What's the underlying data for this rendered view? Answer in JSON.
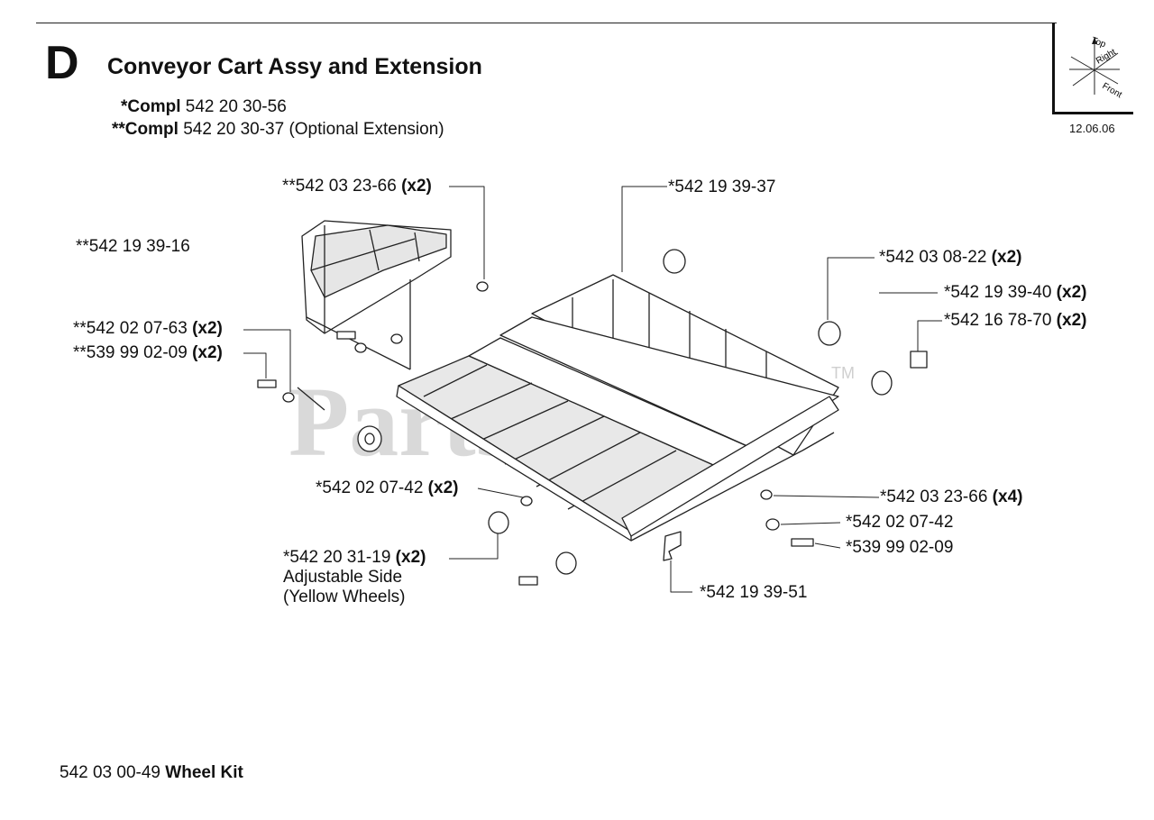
{
  "header": {
    "section_letter": "D",
    "title": "Conveyor Cart Assy and Extension",
    "compl_lines": [
      {
        "prefix": "*Compl",
        "text": "542 20 30-56"
      },
      {
        "prefix": "**Compl",
        "text": "542 20 30-37 (Optional Extension)"
      }
    ],
    "date_code": "12.06.06"
  },
  "orientation": {
    "top": "Top",
    "right": "Right",
    "front": "Front"
  },
  "watermark": {
    "text": "PartsTree",
    "tm": "TM"
  },
  "callouts": [
    {
      "part": "**542 03 23-66",
      "qty": "(x2)"
    },
    {
      "part": "*542 19 39-37",
      "qty": ""
    },
    {
      "part": "**542 19 39-16",
      "qty": ""
    },
    {
      "part": "*542 03 08-22",
      "qty": "(x2)"
    },
    {
      "part": "*542 19 39-40",
      "qty": "(x2)"
    },
    {
      "part": "*542 16 78-70",
      "qty": "(x2)"
    },
    {
      "part": "**542 02 07-63",
      "qty": "(x2)"
    },
    {
      "part": "**539 99 02-09",
      "qty": "(x2)"
    },
    {
      "part": "*542 02 07-42",
      "qty": "(x2)"
    },
    {
      "part": "*542 03 23-66",
      "qty": "(x4)"
    },
    {
      "part": "*542 02 07-42",
      "qty": ""
    },
    {
      "part": "*539 99 02-09",
      "qty": ""
    },
    {
      "part": "*542 20 31-19",
      "qty": "(x2)",
      "note1": "Adjustable Side",
      "note2": "(Yellow Wheels)"
    },
    {
      "part": "*542 19 39-51",
      "qty": ""
    }
  ],
  "footer": {
    "kit_number": "542 03 00-49",
    "kit_label": "Wheel Kit"
  }
}
